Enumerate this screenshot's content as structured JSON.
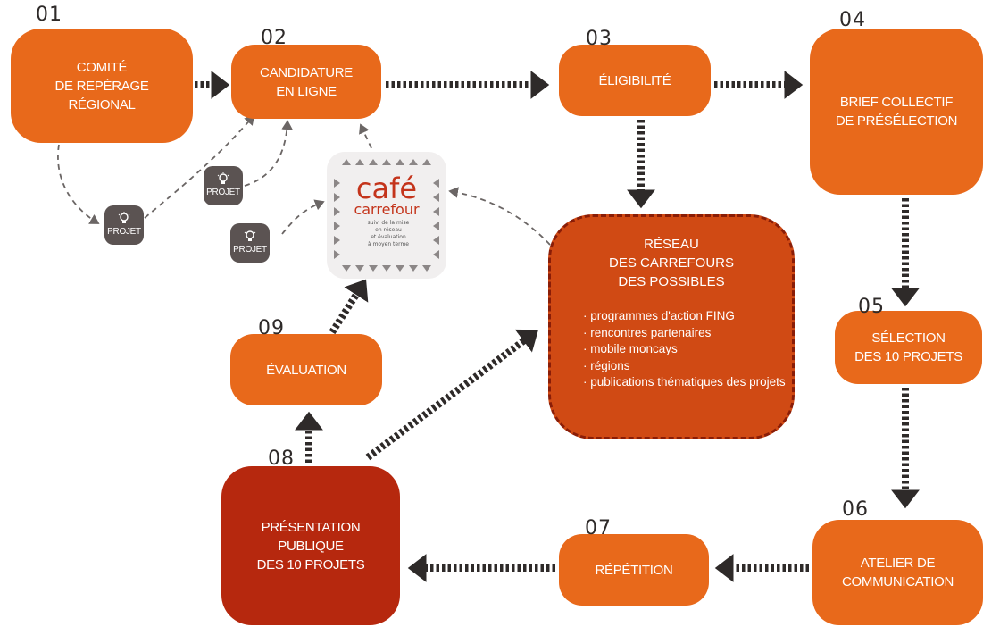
{
  "diagram": {
    "steps": [
      {
        "number": "01",
        "label": "COMITÉ\nDE REPÉRAGE\nRÉGIONAL"
      },
      {
        "number": "02",
        "label": "CANDIDATURE\nEN LIGNE"
      },
      {
        "number": "03",
        "label": "ÉLIGIBILITÉ"
      },
      {
        "number": "04",
        "label": "BRIEF COLLECTIF\nDE PRÉSÉLECTION"
      },
      {
        "number": "05",
        "label": "SÉLECTION\nDES 10 PROJETS"
      },
      {
        "number": "06",
        "label": "ATELIER DE\nCOMMUNICATION"
      },
      {
        "number": "07",
        "label": "RÉPÉTITION"
      },
      {
        "number": "08",
        "label": "PRÉSENTATION\nPUBLIQUE\nDES 10 PROJETS"
      },
      {
        "number": "09",
        "label": "ÉVALUATION"
      }
    ],
    "network": {
      "title": "RÉSEAU\nDES CARREFOURS\nDES POSSIBLES",
      "items": [
        "programmes d'action FING",
        "rencontres partenaires",
        "mobile moncays",
        "régions",
        "publications thématiques des projets"
      ]
    },
    "cafe": {
      "word": "café",
      "subtitle": "carrefour",
      "note": "suivi de la mise\nen réseau\net évaluation\nà moyen terme"
    },
    "projet_label": "PROJET",
    "colors": {
      "orange": "#e8691b",
      "dark_red": "#b6280e",
      "network": "#d04a14",
      "projet": "#5b5352",
      "arrow": "#2e2a29"
    }
  }
}
